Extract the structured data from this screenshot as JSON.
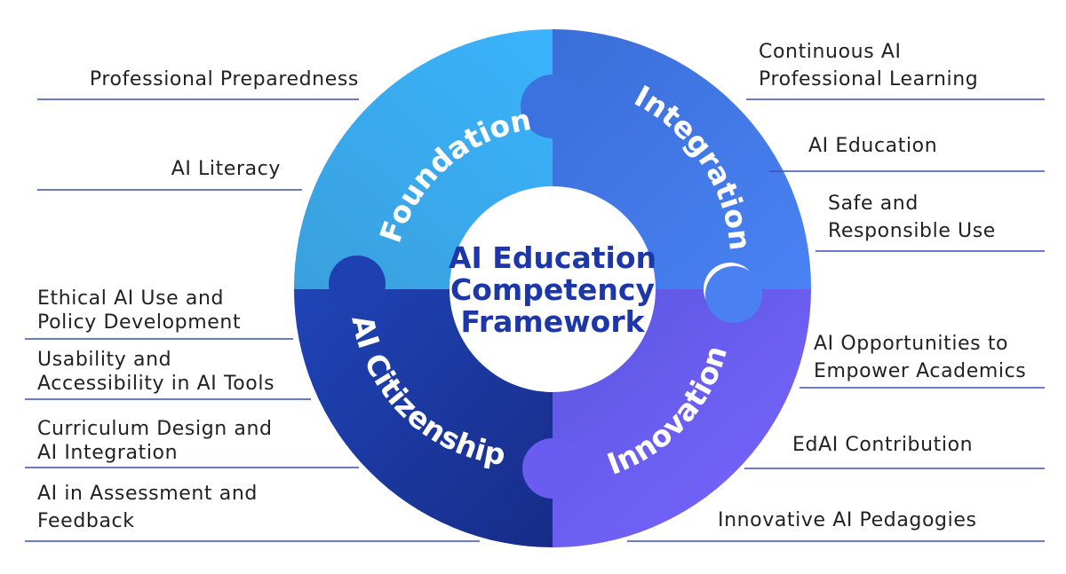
{
  "center": {
    "line1": "AI Education",
    "line2": "Competency",
    "line3": "Framework"
  },
  "segments": {
    "foundation": "Foundation",
    "integration": "Integration",
    "ai_citizenship": "AI Citizenship",
    "innovation": "Innovation"
  },
  "labels": {
    "professional_preparedness": "Professional Preparedness",
    "ai_literacy": "AI Literacy",
    "continuous_l1": "Continuous AI",
    "continuous_l2": "Professional Learning",
    "ai_education": "AI Education",
    "safe_l1": "Safe and",
    "safe_l2": "Responsible Use",
    "ethical_l1": "Ethical AI Use and",
    "ethical_l2": "Policy Development",
    "usability_l1": "Usability and",
    "usability_l2": "Accessibility in AI Tools",
    "curriculum_l1": "Curriculum Design and",
    "curriculum_l2": "AI Integration",
    "assessment_l1": "AI in Assessment and",
    "assessment_l2": "Feedback",
    "opportunities_l1": "AI Opportunities to",
    "opportunities_l2": "Empower Academics",
    "edai": "EdAI Contribution",
    "pedagogies": "Innovative AI Pedagogies"
  },
  "colors": {
    "foundation": "#36a9f2",
    "integration": "#3f7ff0",
    "ai_citizenship": "#1e3aa6",
    "innovation": "#6a5cf0",
    "center_text": "#1e37a8",
    "leader_line": "#3a4fb8"
  }
}
